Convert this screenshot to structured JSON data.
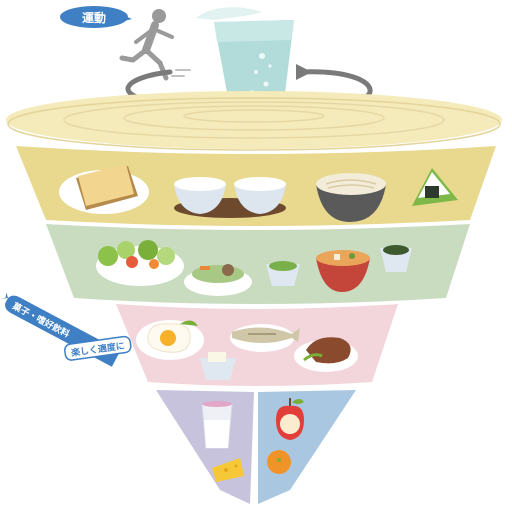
{
  "labels": {
    "exercise": "運動",
    "snacks": "菓子・嗜好飲料",
    "snacks_note": "楽しく適度に"
  },
  "colors": {
    "top_disc": "#f5eab9",
    "grain_band": "#e8d98f",
    "vegetable_band": "#c9dcc0",
    "protein_band": "#f3d6dc",
    "dairy_band": "#c8c3dd",
    "fruit_band": "#aac7e2",
    "water_glass": "#a9d8d6",
    "label_blue": "#3f7fc4",
    "runner_gray": "#9a9a9a"
  },
  "icons": {
    "runner": "runner-icon",
    "water_glass": "water-glass-icon",
    "spin_arrow": "rotation-arrow-icon",
    "bread": "toast-bread-icon",
    "rice_bowls": "rice-bowl-icon",
    "noodles": "noodle-bowl-icon",
    "onigiri": "onigiri-icon",
    "salad": "salad-icon",
    "vegetable_dish": "vegetable-dish-icon",
    "small_bowl": "small-side-dish-icon",
    "soup": "miso-soup-icon",
    "seaweed": "seaweed-bowl-icon",
    "egg": "fried-egg-icon",
    "fish": "grilled-fish-icon",
    "meat": "meat-dish-icon",
    "tofu": "tofu-bowl-icon",
    "milk": "milk-glass-icon",
    "cheese": "cheese-icon",
    "apple": "apple-icon",
    "orange": "orange-icon"
  }
}
